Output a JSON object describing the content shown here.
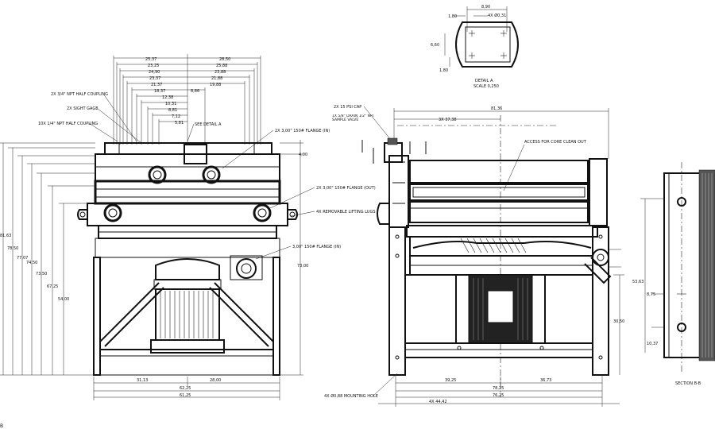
{
  "detail_a": {
    "dims": [
      "8,90",
      "1,80",
      "4X Ø0,31",
      "6,60",
      "1,80"
    ],
    "caption_line1": "DETAIL A",
    "caption_line2": "SCALE 0,250"
  },
  "front_view": {
    "top_dims_left": [
      "25,37",
      "23,25",
      "24,90",
      "23,37",
      "21,37",
      "18,37",
      "12,38",
      "10,31",
      "8,81",
      "7,12",
      "5,81"
    ],
    "top_dims_right": [
      "28,50",
      "25,88",
      "23,88",
      "21,88",
      "19,88",
      "8,86"
    ],
    "callouts": [
      "2X 3/4\" NPT HALF COUPLING",
      "2X SIGHT GAGE",
      "10X 1/4\" NPT HALF COUPLING",
      "SEE DETAIL A",
      "2X 3,00\" 150# FLANGE (IN)",
      "2X 3,00\" 150# FLANGE (OUT)",
      "4X REMOVABLE LIFTING LUGS",
      "3,00\" 150# FLANGE (IN)"
    ],
    "right_dims": [
      "4,00",
      "73,00"
    ],
    "left_dims": [
      "81,63",
      "78,50",
      "77,07",
      "74,50",
      "73,50",
      "67,25",
      "54,00"
    ],
    "bottom_dims": [
      "31,13",
      "28,00",
      "62,25",
      "61,25"
    ]
  },
  "side_view": {
    "callouts": [
      "2X 15 PSI CAP",
      "3X 37,38",
      "1X 5/8\" DRAIN 1/2\" NPT SAMPLE VALVE",
      "ACCESS FOR CORE CLEAN OUT",
      "4X Ø0,88 MOUNTING HOLE"
    ],
    "top_dim": "81,36",
    "right_dim": "30,50",
    "bottom_dims": [
      "39,25",
      "36,73",
      "78,25",
      "76,25",
      "4X 44,42"
    ]
  },
  "section_b": {
    "dims": [
      "53,63",
      "8,75",
      "10,37"
    ],
    "caption": "SECTION B-B"
  },
  "footer_text": "B"
}
